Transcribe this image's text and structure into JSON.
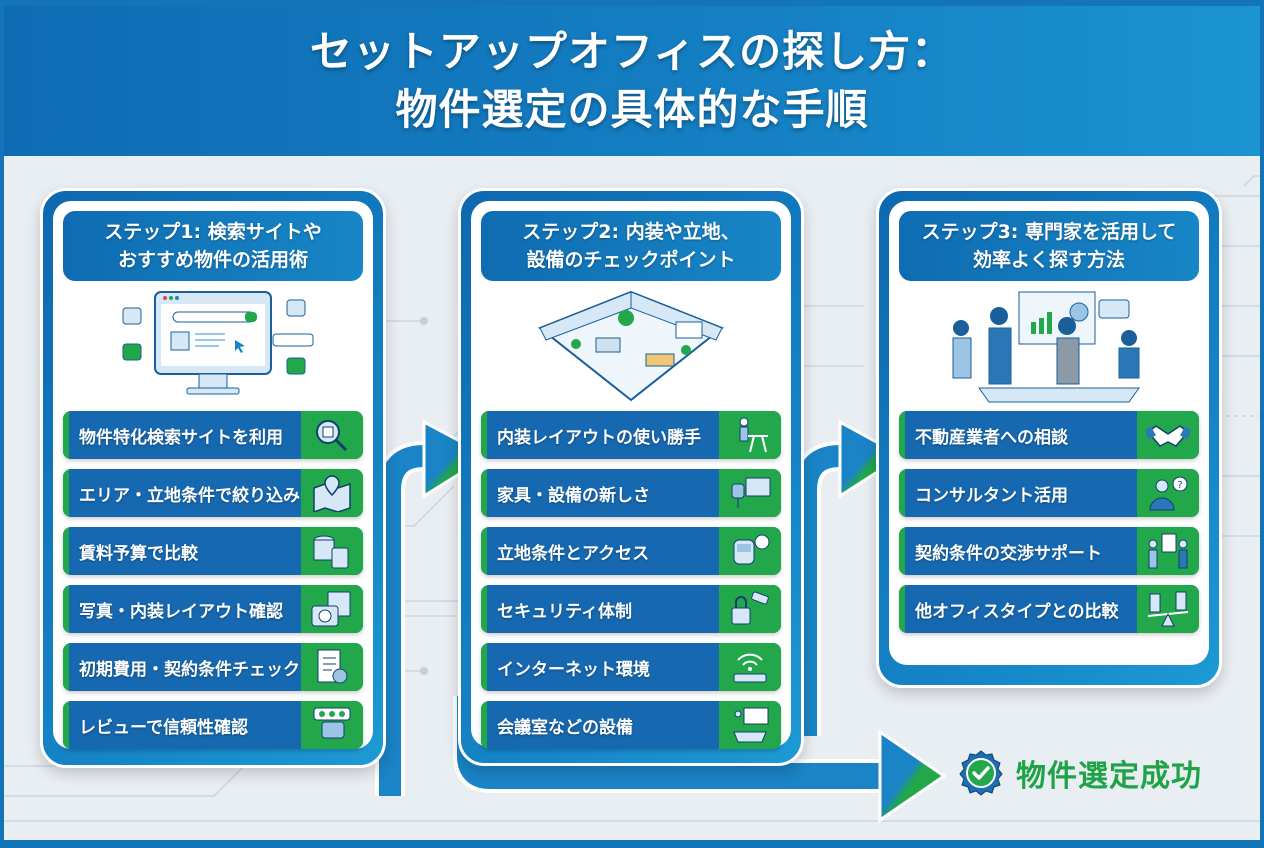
{
  "header": {
    "title_line1": "セットアップオフィスの探し方：",
    "title_line2": "物件選定の具体的な手順"
  },
  "steps": [
    {
      "title_line1": "ステップ1: 検索サイトや",
      "title_line2": "おすすめ物件の活用術",
      "illustration": "computer-search-illustration",
      "items": [
        {
          "label": "物件特化検索サイトを利用",
          "icon": "building-search-icon"
        },
        {
          "label": "エリア・立地条件で絞り込み",
          "icon": "map-pin-icon"
        },
        {
          "label": "賃料予算で比較",
          "icon": "coins-calculator-icon"
        },
        {
          "label": "写真・内装レイアウト確認",
          "icon": "camera-floorplan-icon"
        },
        {
          "label": "初期費用・契約条件チェック",
          "icon": "checklist-icon"
        },
        {
          "label": "レビューで信頼性確認",
          "icon": "star-review-icon"
        }
      ]
    },
    {
      "title_line1": "ステップ2: 内装や立地、",
      "title_line2": "設備のチェックポイント",
      "illustration": "isometric-office-illustration",
      "items": [
        {
          "label": "内装レイアウトの使い勝手",
          "icon": "desk-worker-icon"
        },
        {
          "label": "家具・設備の新しさ",
          "icon": "chair-monitor-icon"
        },
        {
          "label": "立地条件とアクセス",
          "icon": "train-clock-icon"
        },
        {
          "label": "セキュリティ体制",
          "icon": "lock-camera-icon"
        },
        {
          "label": "インターネット環境",
          "icon": "wifi-router-icon"
        },
        {
          "label": "会議室などの設備",
          "icon": "meeting-room-icon"
        }
      ]
    },
    {
      "title_line1": "ステップ3: 専門家を活用して",
      "title_line2": "効率よく探す方法",
      "illustration": "business-handshake-illustration",
      "items": [
        {
          "label": "不動産業者への相談",
          "icon": "handshake-icon"
        },
        {
          "label": "コンサルタント活用",
          "icon": "consultant-question-icon"
        },
        {
          "label": "契約条件の交渉サポート",
          "icon": "negotiation-document-icon"
        },
        {
          "label": "他オフィスタイプとの比較",
          "icon": "balance-buildings-icon"
        }
      ]
    }
  ],
  "result": {
    "label": "物件選定成功",
    "icon": "check-badge-icon"
  },
  "colors": {
    "primary_blue": "#1474b8",
    "item_blue": "#1668b0",
    "accent_green": "#22a74a",
    "success_green": "#1ea347",
    "background": "#e9eef3"
  }
}
